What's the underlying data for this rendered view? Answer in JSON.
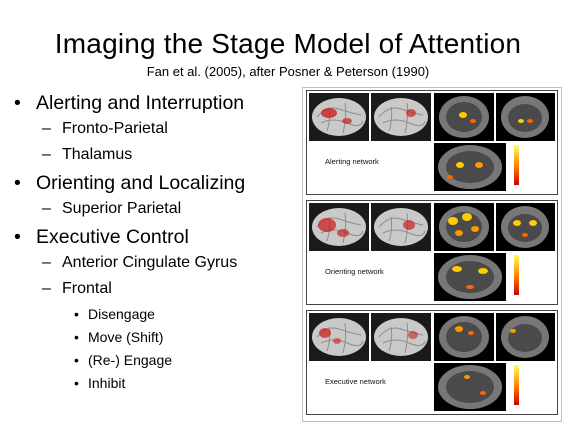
{
  "slide": {
    "title": "Imaging the Stage Model of Attention",
    "subtitle": "Fan et al. (2005), after Posner & Peterson (1990)"
  },
  "bullets": {
    "b1_alerting": "Alerting and Interruption",
    "b2_fronto_parietal": "Fronto-Parietal",
    "b2_thalamus": "Thalamus",
    "b1_orienting": "Orienting and Localizing",
    "b2_superior_parietal": "Superior Parietal",
    "b1_executive": "Executive Control",
    "b2_anterior_cingulate": "Anterior Cingulate Gyrus",
    "b2_frontal": "Frontal",
    "b3_disengage": "Disengage",
    "b3_move": "Move (Shift)",
    "b3_engage": "(Re-) Engage",
    "b3_inhibit": "Inhibit"
  },
  "figure": {
    "alerting_label": "Alerting network",
    "orienting_label": "Orienting network",
    "executive_label": "Executive network"
  }
}
